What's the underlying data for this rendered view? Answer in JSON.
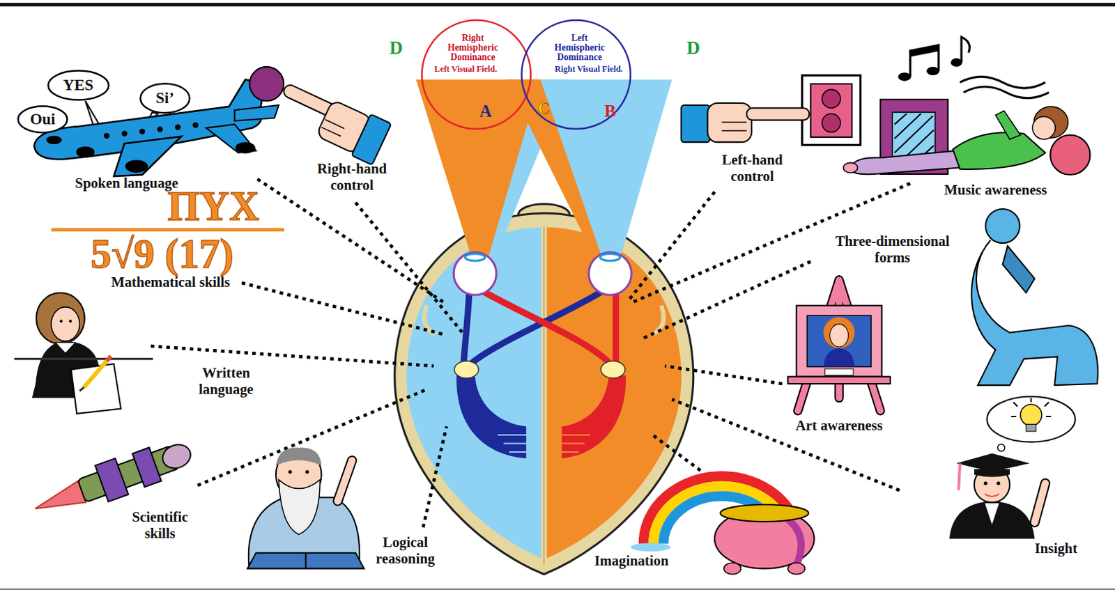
{
  "diagram": {
    "nodes": [
      {
        "text": [
          "Right Hemispheric Dominance",
          "Left Visual Field."
        ]
      },
      {
        "text": [
          "Left Hemispheric Dominance",
          "Right Visual Field."
        ]
      },
      {
        "text": [
          "YES"
        ]
      },
      {
        "text": [
          "Si’"
        ]
      },
      {
        "text": [
          "Oui"
        ]
      }
    ],
    "labels": [
      "D",
      "D",
      "A",
      "C",
      "B",
      "Spoken language",
      "Right-hand control",
      "Left-hand control",
      "Music awareness",
      "ΠYX",
      "5√9 (17)",
      "Mathematical skills",
      "Three-dimensional forms",
      "Written language",
      "Art awareness",
      "Scientific skills",
      "Logical reasoning",
      "Imagination",
      "Insight"
    ]
  }
}
